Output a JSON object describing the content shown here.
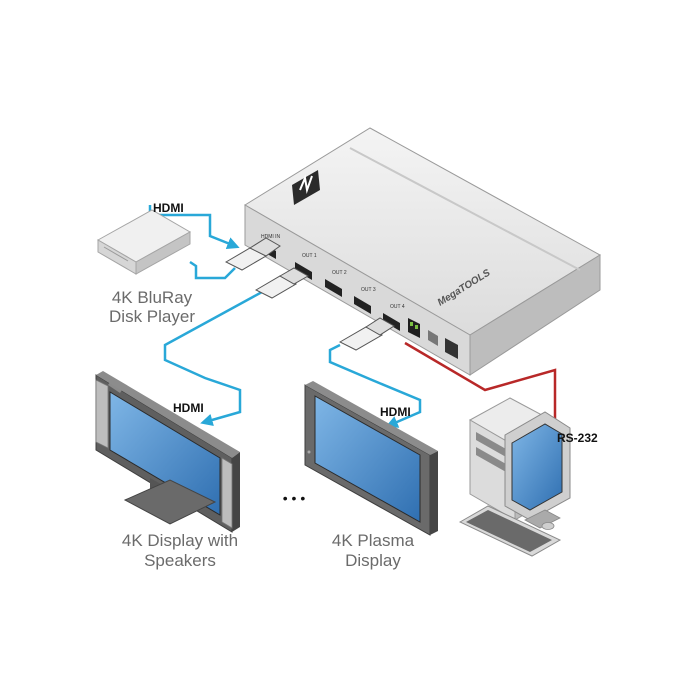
{
  "labels": {
    "hdmi_bluray": "HDMI",
    "hdmi_display1": "HDMI",
    "hdmi_display2": "HDMI",
    "rs232": "RS-232",
    "ellipsis": "• • •"
  },
  "captions": {
    "bluray_line1": "4K BluRay",
    "bluray_line2": "Disk Player",
    "display1_line1": "4K Display with",
    "display1_line2": "Speakers",
    "display2_line1": "4K Plasma",
    "display2_line2": "Display"
  },
  "device": {
    "brand": "MegaTOOLS",
    "ports": [
      "HDMI IN",
      "OUT 1",
      "OUT 2",
      "OUT 3",
      "OUT 4"
    ]
  },
  "colors": {
    "hdmi_cable": "#29a8d8",
    "rs232_cable": "#b82828",
    "device_body": "#e6e6e6",
    "screen": "#4a8fd0"
  }
}
